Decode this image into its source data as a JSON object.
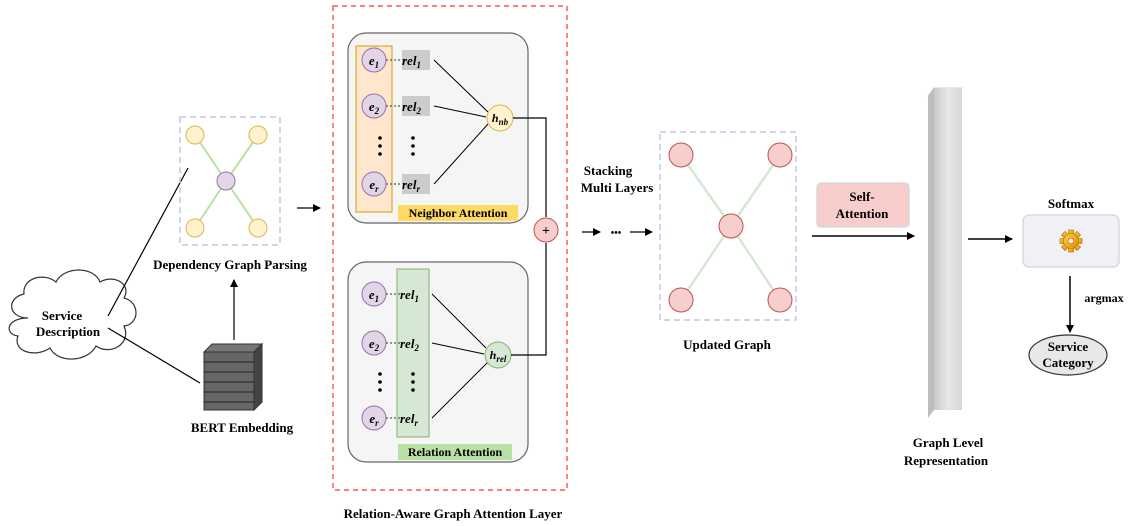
{
  "labels": {
    "service_description_line1": "Service",
    "service_description_line2": "Description",
    "dependency_graph_parsing": "Dependency Graph Parsing",
    "bert_embedding": "BERT Embedding",
    "neighbor_attention": "Neighbor Attention",
    "relation_attention": "Relation Attention",
    "rel_attention_layer": "Relation-Aware Graph Attention Layer",
    "stacking_line1": "Stacking",
    "stacking_line2": "Multi Layers",
    "ellipsis": "•••",
    "updated_graph": "Updated Graph",
    "self_attention_line1": "Self-",
    "self_attention_line2": "Attention",
    "graph_level_line1": "Graph Level",
    "graph_level_line2": "Representation",
    "softmax": "Softmax",
    "argmax": "argmax",
    "service_category_line1": "Service",
    "service_category_line2": "Category",
    "plus": "+"
  },
  "neighbor_block": {
    "entities": [
      {
        "base": "e",
        "sub": "1"
      },
      {
        "base": "e",
        "sub": "2"
      },
      {
        "base": "e",
        "sub": "r"
      }
    ],
    "relations": [
      {
        "base": "rel",
        "sub": "1"
      },
      {
        "base": "rel",
        "sub": "2"
      },
      {
        "base": "rel",
        "sub": "r"
      }
    ],
    "hidden": {
      "base": "h",
      "sub": "nb"
    }
  },
  "relation_block": {
    "entities": [
      {
        "base": "e",
        "sub": "1"
      },
      {
        "base": "e",
        "sub": "2"
      },
      {
        "base": "e",
        "sub": "r"
      }
    ],
    "relations": [
      {
        "base": "rel",
        "sub": "1"
      },
      {
        "base": "rel",
        "sub": "2"
      },
      {
        "base": "rel",
        "sub": "r"
      }
    ],
    "hidden": {
      "base": "h",
      "sub": "rel"
    }
  },
  "colors": {
    "yellow_node": "#fff2cc",
    "yellow_stroke": "#d6b656",
    "purple_node": "#e1d5e7",
    "purple_stroke": "#9673a6",
    "pink_node": "#f8cecc",
    "pink_stroke": "#b85450",
    "green_node": "#d5e8d4",
    "green_stroke": "#82b366",
    "orange_highlight": "#ffe6cc",
    "orange_stroke": "#d79b00",
    "neighbor_label_bg": "#ffd966",
    "relation_label_bg": "#b9e0a5",
    "self_attention_bg": "#f8cecc",
    "graph_edge": "#b9e0a5",
    "dashed_red": "#ff3333"
  }
}
